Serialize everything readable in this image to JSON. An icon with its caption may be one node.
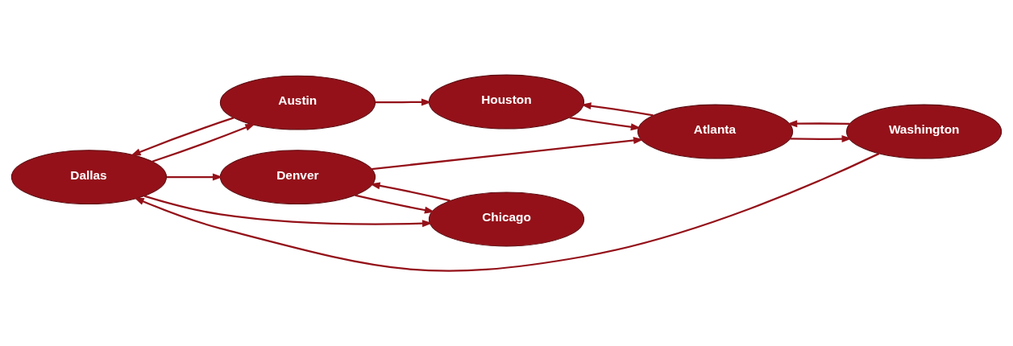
{
  "diagram": {
    "nodes": [
      {
        "text": [
          "Dallas"
        ]
      },
      {
        "text": [
          "Washington"
        ]
      },
      {
        "text": [
          "Austin"
        ]
      },
      {
        "text": [
          "Denver"
        ]
      },
      {
        "text": [
          "Atlanta"
        ]
      },
      {
        "text": [
          "Chicago"
        ]
      },
      {
        "text": [
          "Houston"
        ]
      }
    ],
    "edges": [
      {
        "from": 2,
        "to": 0,
        "arrow": "to"
      },
      {
        "from": 0,
        "to": 2,
        "arrow": "to"
      },
      {
        "from": 0,
        "to": 5,
        "arrow": "to"
      },
      {
        "from": 0,
        "to": 3,
        "arrow": "to"
      },
      {
        "from": 1,
        "to": 0,
        "arrow": "to"
      },
      {
        "from": 1,
        "to": 4,
        "arrow": "to"
      },
      {
        "from": 4,
        "to": 1,
        "arrow": "to"
      },
      {
        "from": 3,
        "to": 4,
        "arrow": "to"
      },
      {
        "from": 5,
        "to": 3,
        "arrow": "to"
      },
      {
        "from": 3,
        "to": 5,
        "arrow": "to"
      },
      {
        "from": 2,
        "to": 6,
        "arrow": "to"
      },
      {
        "from": 4,
        "to": 6,
        "arrow": "to"
      },
      {
        "from": 6,
        "to": 4,
        "arrow": "to"
      }
    ]
  }
}
